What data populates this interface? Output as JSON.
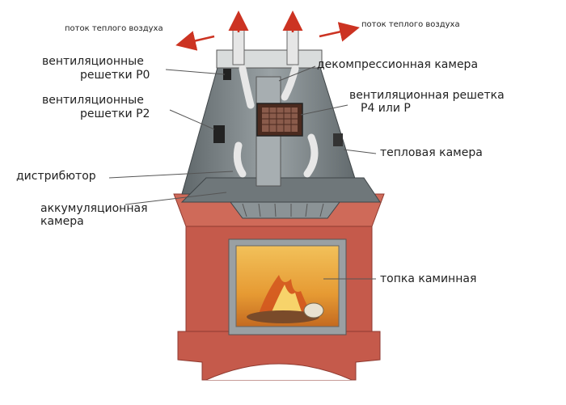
{
  "labels": {
    "airflow_left": "поток теплого воздуха",
    "airflow_right": "поток теплого воздуха",
    "vent_p0_line1": "вентиляционные",
    "vent_p0_line2": "решетки Р0",
    "vent_p2_line1": "вентиляционные",
    "vent_p2_line2": "решетки Р2",
    "distributor": "дистрибютор",
    "accum_line1": "аккумуляционная",
    "accum_line2": "камера",
    "decompression": "декомпрессионная камера",
    "vent_p4_line1": "вентиляционная решетка",
    "vent_p4_line2": "Р4 или Р",
    "thermal": "тепловая камера",
    "firebox": "топка каминная"
  },
  "colors": {
    "brick": "#c55a4b",
    "brick_dark": "#9c3f33",
    "hood": "#7d8588",
    "hood_dark": "#5b6265",
    "fire": "#e8a23a",
    "arrow": "#cc3322",
    "leader": "#555555"
  }
}
